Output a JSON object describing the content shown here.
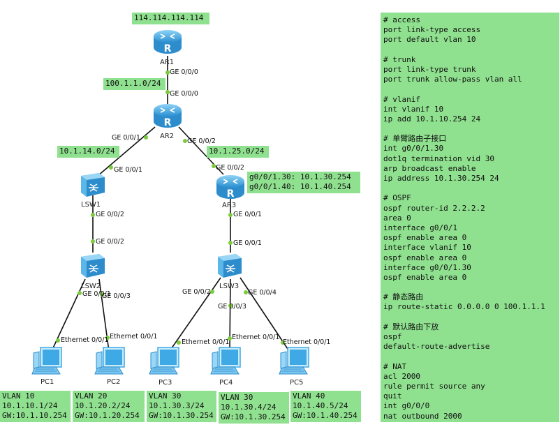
{
  "internet_label": "114.114.114.114",
  "devices": {
    "ar1": "AR1",
    "ar2": "AR2",
    "ar3": "AR3",
    "lsw1": "LSW1",
    "lsw2": "LSW2",
    "lsw3": "LSW3",
    "pc1": "PC1",
    "pc2": "PC2",
    "pc3": "PC3",
    "pc4": "PC4",
    "pc5": "PC5"
  },
  "ports": {
    "ar1_down": "GE 0/0/0",
    "ar2_up": "GE 0/0/0",
    "ar2_left": "GE 0/0/1",
    "ar2_right": "GE 0/0/2",
    "lsw1_up": "GE 0/0/1",
    "lsw1_down": "GE 0/0/2",
    "lsw2_up": "GE 0/0/2",
    "lsw2_left": "GE 0/0/1",
    "lsw2_right": "GE 0/0/3",
    "ar3_up": "GE 0/0/2",
    "ar3_down": "GE 0/0/1",
    "lsw3_up": "GE 0/0/1",
    "lsw3_left": "GE 0/0/2",
    "lsw3_mid": "GE 0/0/3",
    "lsw3_right": "GE 0/0/4",
    "pc1_eth": "Ethernet 0/0/1",
    "pc2_eth": "Ethernet 0/0/1",
    "pc3_eth": "Ethernet 0/0/1",
    "pc4_eth": "Ethernet 0/0/1",
    "pc5_eth": "Ethernet 0/0/1"
  },
  "networks": {
    "ar1_ar2": "100.1.1.0/24",
    "ar2_lsw1": "10.1.14.0/24",
    "ar2_ar3": "10.1.25.0/24"
  },
  "ar3_subifs": [
    "g0/0/1.30: 10.1.30.254",
    "g0/0/1.40: 10.1.40.254"
  ],
  "pcs": [
    {
      "vlan": "VLAN 10",
      "ip": "10.1.10.1/24",
      "gw": "GW:10.1.10.254"
    },
    {
      "vlan": "VLAN 20",
      "ip": "10.1.20.2/24",
      "gw": "GW:10.1.20.254"
    },
    {
      "vlan": "VLAN 30",
      "ip": "10.1.30.3/24",
      "gw": "GW:10.1.30.254"
    },
    {
      "vlan": "VLAN 30",
      "ip": "10.1.30.4/24",
      "gw": "GW:10.1.30.254"
    },
    {
      "vlan": "VLAN 40",
      "ip": "10.1.40.5/24",
      "gw": "GW:10.1.40.254"
    }
  ],
  "config": [
    "# access",
    "port link-type access",
    "port default vlan 10",
    "",
    "# trunk",
    "port link-type trunk",
    "port trunk allow-pass vlan all",
    "",
    "# vlanif",
    "int vlanif 10",
    "ip add 10.1.10.254 24",
    "",
    "# 单臂路由子接口",
    "int g0/0/1.30",
    "dot1q termination vid 30",
    "arp broadcast enable",
    "ip address 10.1.30.254 24",
    "",
    "# OSPF",
    "ospf router-id 2.2.2.2",
    "area 0",
    "interface g0/0/1",
    "ospf enable area 0",
    "interface vlanif 10",
    "ospf enable area 0",
    "interface g0/0/1.30",
    "ospf enable area 0",
    "",
    "# 静态路由",
    "ip route-static 0.0.0.0 0 100.1.1.1",
    "",
    "# 默认路由下放",
    "ospf",
    "default-route-advertise",
    "",
    "# NAT",
    "acl 2000",
    "rule permit source any",
    "quit",
    "int g0/0/0",
    "nat outbound 2000"
  ],
  "colors": {
    "label_bg": "#8fe08f",
    "port_dot": "#7acc3a",
    "device_blue": "#3fa9e6"
  }
}
